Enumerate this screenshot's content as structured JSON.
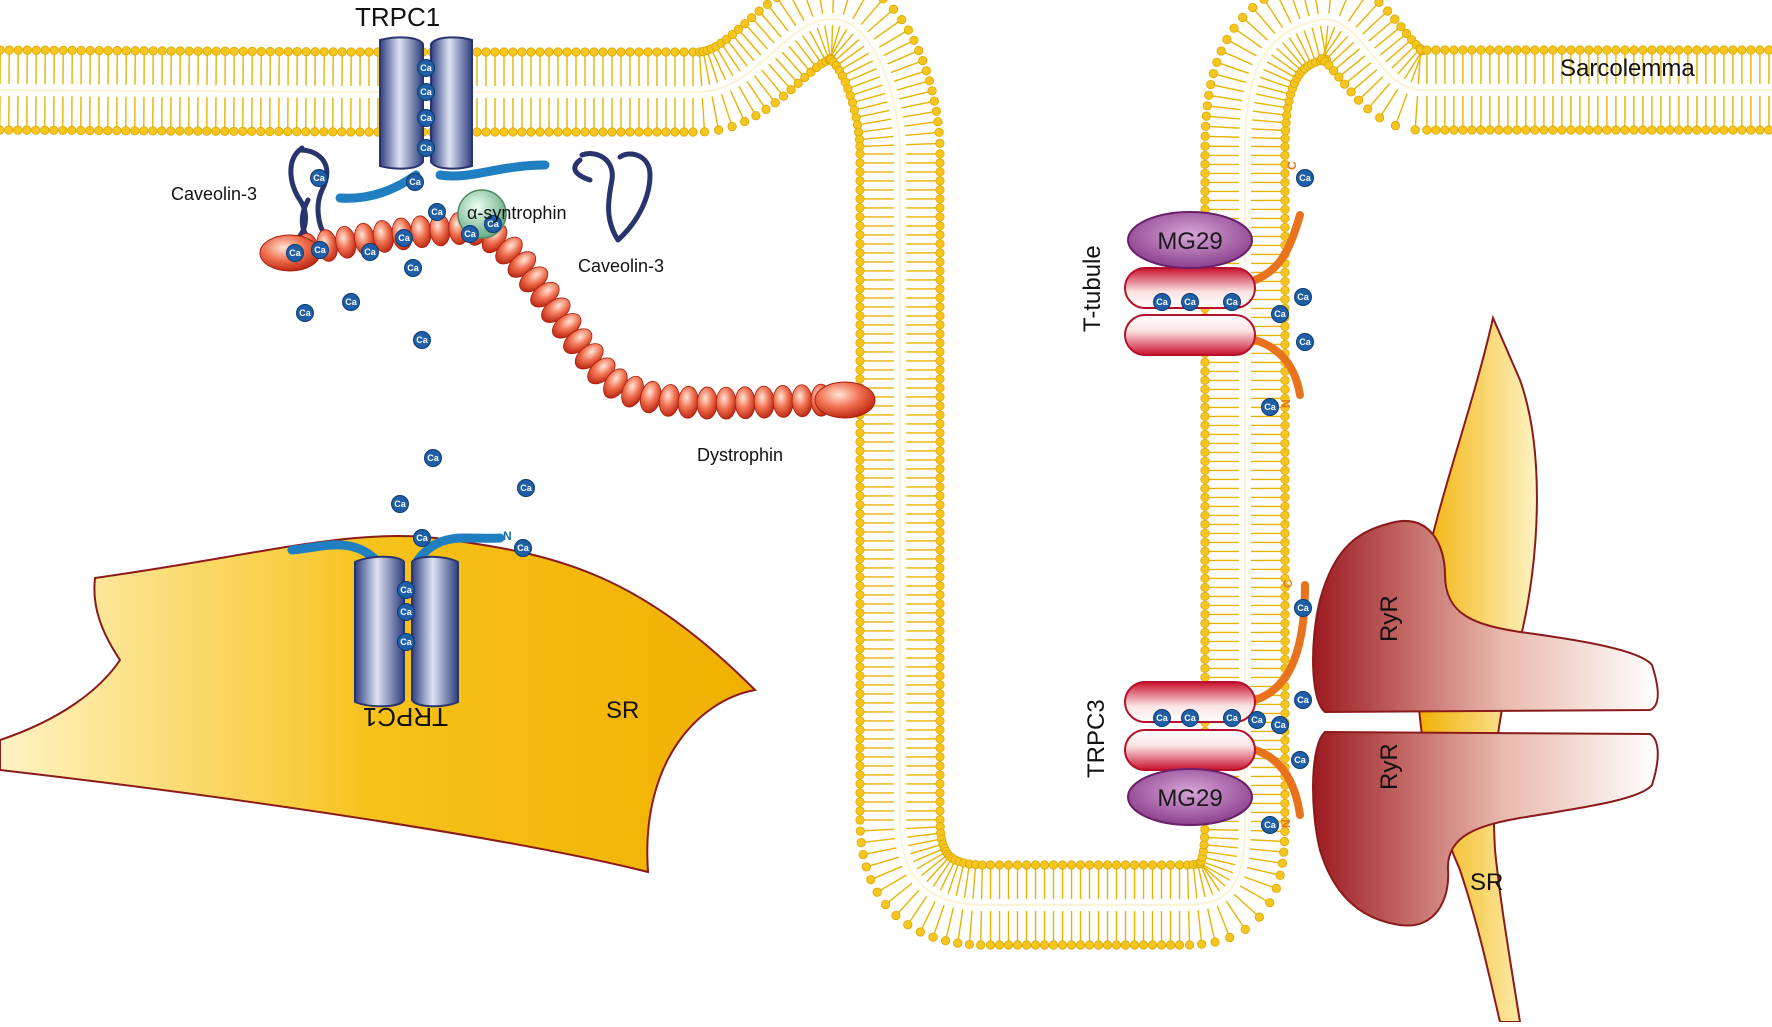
{
  "labels": {
    "trpc1_top": "TRPC1",
    "sarcolemma": "Sarcolemma",
    "caveolin_left": "Caveolin-3",
    "caveolin_right": "Caveolin-3",
    "alpha_syntrophin": "α-syntrophin",
    "dystrophin": "Dystrophin",
    "trpc1_sr": "TRPC1",
    "sr_left": "SR",
    "t_tubule": "T-tubule",
    "mg29_top": "MG29",
    "mg29_bottom": "MG29",
    "trpc3": "TRPC3",
    "ryr_top": "RyR",
    "ryr_bottom": "RyR",
    "sr_right": "SR",
    "ion": "Ca",
    "n_terminus": "N",
    "c_terminus": "C"
  },
  "colors": {
    "membrane": "#f5c518",
    "membrane_tail": "#e8b400",
    "channel_blue": "#3d4f8f",
    "tail_blue": "#1f7fc0",
    "dark_blue": "#27346e",
    "dystrophin_red": "#d63a1c",
    "sr_yellow": "#f4b400",
    "sr_edge": "#8b1a1a",
    "ryr_red": "#a8202a",
    "mg29_purple": "#8e3f8f",
    "trpc3_red": "#c8102e",
    "orange_tail": "#e8731c",
    "ca_blue": "#1f5fa8",
    "syntrophin_green": "#8ccfa8"
  }
}
